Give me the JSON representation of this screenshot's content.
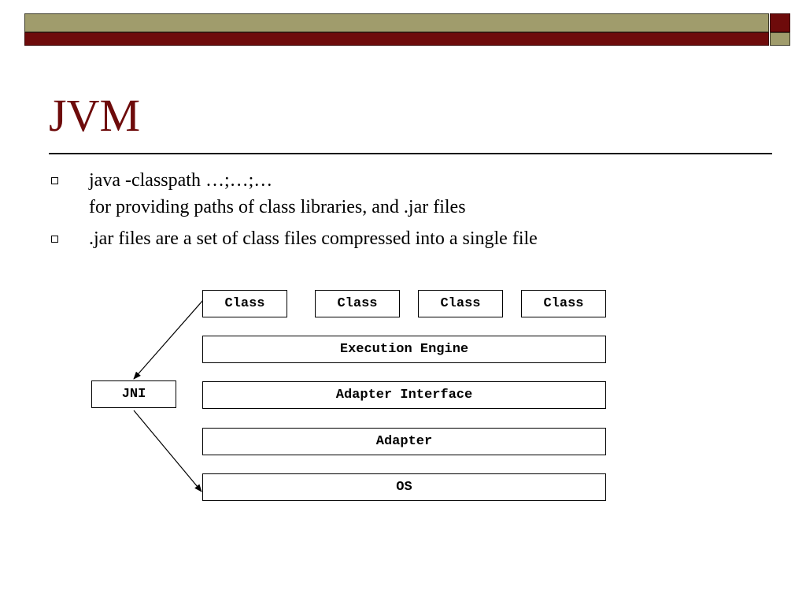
{
  "slide": {
    "title": "JVM",
    "bullets": [
      {
        "lines": [
          "java -classpath …;…;…",
          "for providing paths of class libraries, and .jar files"
        ]
      },
      {
        "lines": [
          ".jar files are a set of class files compressed into a single file"
        ]
      }
    ]
  },
  "diagram": {
    "class_boxes": [
      "Class",
      "Class",
      "Class",
      "Class"
    ],
    "execution_engine": "Execution Engine",
    "jni": "JNI",
    "adapter_interface": "Adapter Interface",
    "adapter": "Adapter",
    "os": "OS"
  },
  "colors": {
    "accent_red": "#6e0b0b",
    "accent_olive": "#a09c6c"
  }
}
